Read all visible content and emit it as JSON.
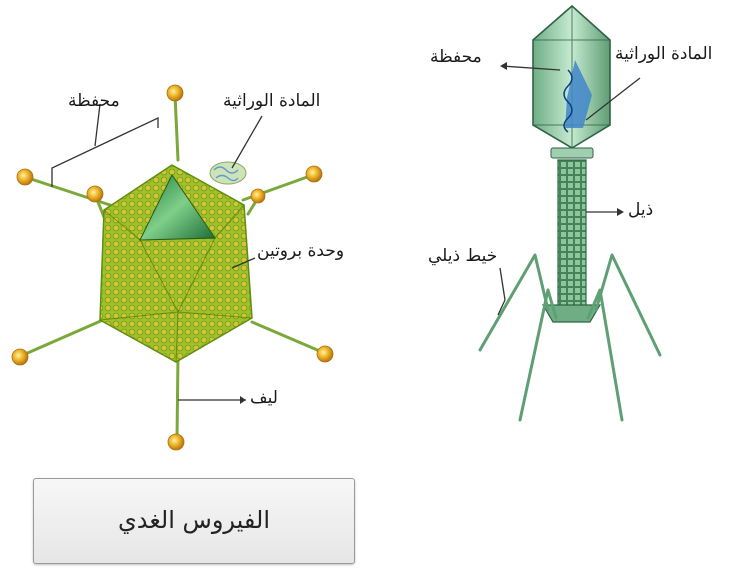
{
  "adenovirus": {
    "capsid_label": "محفظة",
    "genetic_material_label": "المادة الوراثية",
    "protein_unit_label": "وحدة بروتين",
    "fiber_label": "ليف",
    "caption": "الفيروس الغدي"
  },
  "bacteriophage": {
    "capsid_label": "محفظة",
    "genetic_material_label": "المادة الوراثية",
    "tail_label": "ذيل",
    "tail_fiber_label": "خيط ذيلي"
  },
  "colors": {
    "capsid_green": "#8fbf2a",
    "capsomere_yellow": "#d9c22a",
    "fiber_knob_orange": "#e8a21d",
    "phage_head": "#9fcfae",
    "phage_dna_blue": "#3f86c9",
    "phage_tail": "#79b98a"
  }
}
